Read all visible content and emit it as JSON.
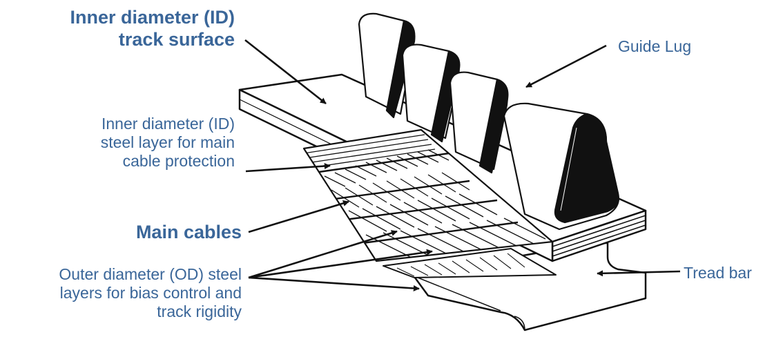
{
  "labels": {
    "id_track_surface": [
      "Inner diameter (ID)",
      "track surface"
    ],
    "guide_lug": "Guide Lug",
    "id_steel_layer": [
      "Inner diameter (ID)",
      "steel layer for main",
      "cable protection"
    ],
    "main_cables": "Main cables",
    "od_steel_layers": [
      "Outer diameter (OD) steel",
      "layers for bias control and",
      "track rigidity"
    ],
    "tread_bar": "Tread bar"
  },
  "colors": {
    "label_text": "#3a6699",
    "ink": "#111111",
    "background": "#ffffff"
  }
}
